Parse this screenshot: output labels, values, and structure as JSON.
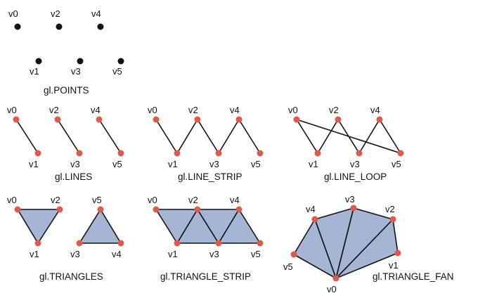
{
  "colors": {
    "vertex_black": "#111111",
    "vertex_red": "#e05a47",
    "fill": "#a4b6d3",
    "line": "#111111"
  },
  "panels": [
    {
      "id": "points",
      "caption": "gl.POINTS",
      "vertex_style": "black",
      "vertices": [
        {
          "label": "v0"
        },
        {
          "label": "v1"
        },
        {
          "label": "v2"
        },
        {
          "label": "v3"
        },
        {
          "label": "v4"
        },
        {
          "label": "v5"
        }
      ],
      "lines": [],
      "triangles": []
    },
    {
      "id": "lines",
      "caption": "gl.LINES",
      "vertex_style": "red",
      "vertices": [
        {
          "label": "v0"
        },
        {
          "label": "v1"
        },
        {
          "label": "v2"
        },
        {
          "label": "v3"
        },
        {
          "label": "v4"
        },
        {
          "label": "v5"
        }
      ],
      "lines": [
        [
          0,
          1
        ],
        [
          2,
          3
        ],
        [
          4,
          5
        ]
      ],
      "triangles": []
    },
    {
      "id": "line-strip",
      "caption": "gl.LINE_STRIP",
      "vertex_style": "red",
      "vertices": [
        {
          "label": "v0"
        },
        {
          "label": "v1"
        },
        {
          "label": "v2"
        },
        {
          "label": "v3"
        },
        {
          "label": "v4"
        },
        {
          "label": "v5"
        }
      ],
      "lines": [
        [
          0,
          1
        ],
        [
          1,
          2
        ],
        [
          2,
          3
        ],
        [
          3,
          4
        ],
        [
          4,
          5
        ]
      ],
      "triangles": []
    },
    {
      "id": "line-loop",
      "caption": "gl.LINE_LOOP",
      "vertex_style": "red",
      "vertices": [
        {
          "label": "v0"
        },
        {
          "label": "v1"
        },
        {
          "label": "v2"
        },
        {
          "label": "v3"
        },
        {
          "label": "v4"
        },
        {
          "label": "v5"
        }
      ],
      "lines": [
        [
          0,
          1
        ],
        [
          1,
          2
        ],
        [
          2,
          3
        ],
        [
          3,
          4
        ],
        [
          4,
          5
        ],
        [
          5,
          0
        ]
      ],
      "triangles": []
    },
    {
      "id": "triangles",
      "caption": "gl.TRIANGLES",
      "vertex_style": "red",
      "vertices": [
        {
          "label": "v0"
        },
        {
          "label": "v1"
        },
        {
          "label": "v2"
        },
        {
          "label": "v3"
        },
        {
          "label": "v4"
        },
        {
          "label": "v5"
        }
      ],
      "lines": [],
      "triangles": [
        [
          0,
          1,
          2
        ],
        [
          3,
          4,
          5
        ]
      ]
    },
    {
      "id": "triangle-strip",
      "caption": "gl.TRIANGLE_STRIP",
      "vertex_style": "red",
      "vertices": [
        {
          "label": "v0"
        },
        {
          "label": "v1"
        },
        {
          "label": "v2"
        },
        {
          "label": "v3"
        },
        {
          "label": "v4"
        },
        {
          "label": "v5"
        }
      ],
      "lines": [],
      "triangles": [
        [
          0,
          1,
          2
        ],
        [
          2,
          1,
          3
        ],
        [
          2,
          3,
          4
        ],
        [
          4,
          3,
          5
        ]
      ]
    },
    {
      "id": "triangle-fan",
      "caption": "gl.TRIANGLE_FAN",
      "vertex_style": "red",
      "vertices": [
        {
          "label": "v0"
        },
        {
          "label": "v1"
        },
        {
          "label": "v2"
        },
        {
          "label": "v3"
        },
        {
          "label": "v4"
        },
        {
          "label": "v5"
        }
      ],
      "lines": [],
      "triangles": [
        [
          0,
          1,
          2
        ],
        [
          0,
          2,
          3
        ],
        [
          0,
          3,
          4
        ],
        [
          0,
          4,
          5
        ]
      ]
    }
  ]
}
